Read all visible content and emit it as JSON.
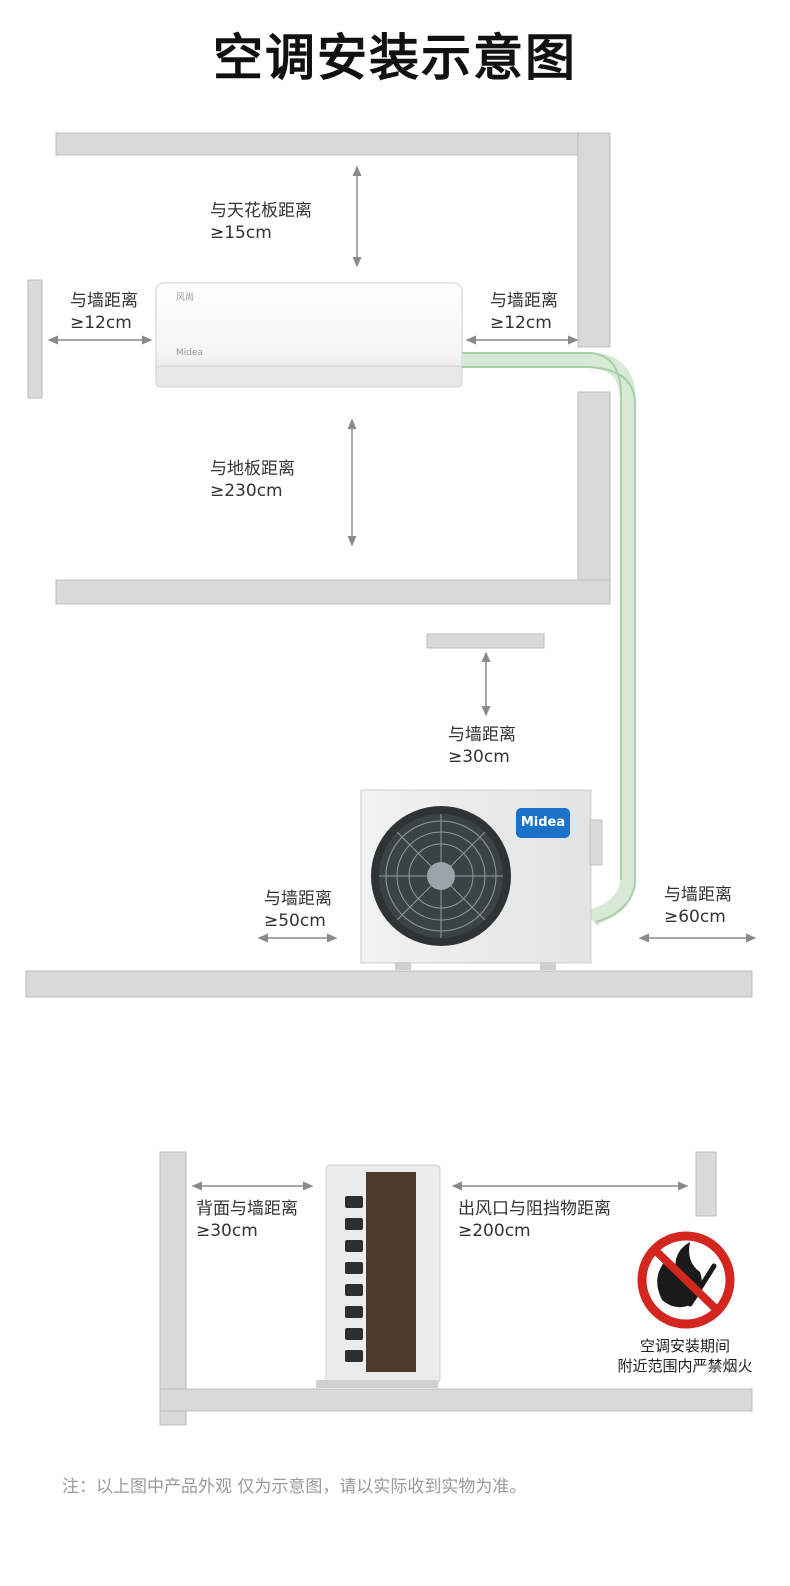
{
  "title": "空调安装示意图",
  "brand": {
    "indoor_logo": "Midea",
    "indoor_series": "风尚",
    "outdoor_logo": "Midea"
  },
  "indoor": {
    "ceiling": {
      "label": "与天花板距离",
      "value": "≥15cm"
    },
    "left_wall": {
      "label": "与墙距离",
      "value": "≥12cm"
    },
    "right_wall": {
      "label": "与墙距离",
      "value": "≥12cm"
    },
    "floor": {
      "label": "与地板距离",
      "value": "≥230cm"
    }
  },
  "outdoor": {
    "top_wall": {
      "label": "与墙距离",
      "value": "≥30cm"
    },
    "left_wall": {
      "label": "与墙距离",
      "value": "≥50cm"
    },
    "right_wall": {
      "label": "与墙距离",
      "value": "≥60cm"
    }
  },
  "side_view": {
    "back": {
      "label": "背面与墙距离",
      "value": "≥30cm"
    },
    "outlet": {
      "label": "出风口与阻挡物距离",
      "value": "≥200cm"
    }
  },
  "warning": {
    "line1": "空调安装期间",
    "line2": "附近范围内严禁烟火"
  },
  "note": "注：以上图中产品外观 仅为示意图，请以实际收到实物为准。",
  "colors": {
    "wall": "#d9d9d9",
    "pipe": "#b9d9b9",
    "warning_red": "#d3261f",
    "brand_blue": "#1a73c9"
  }
}
